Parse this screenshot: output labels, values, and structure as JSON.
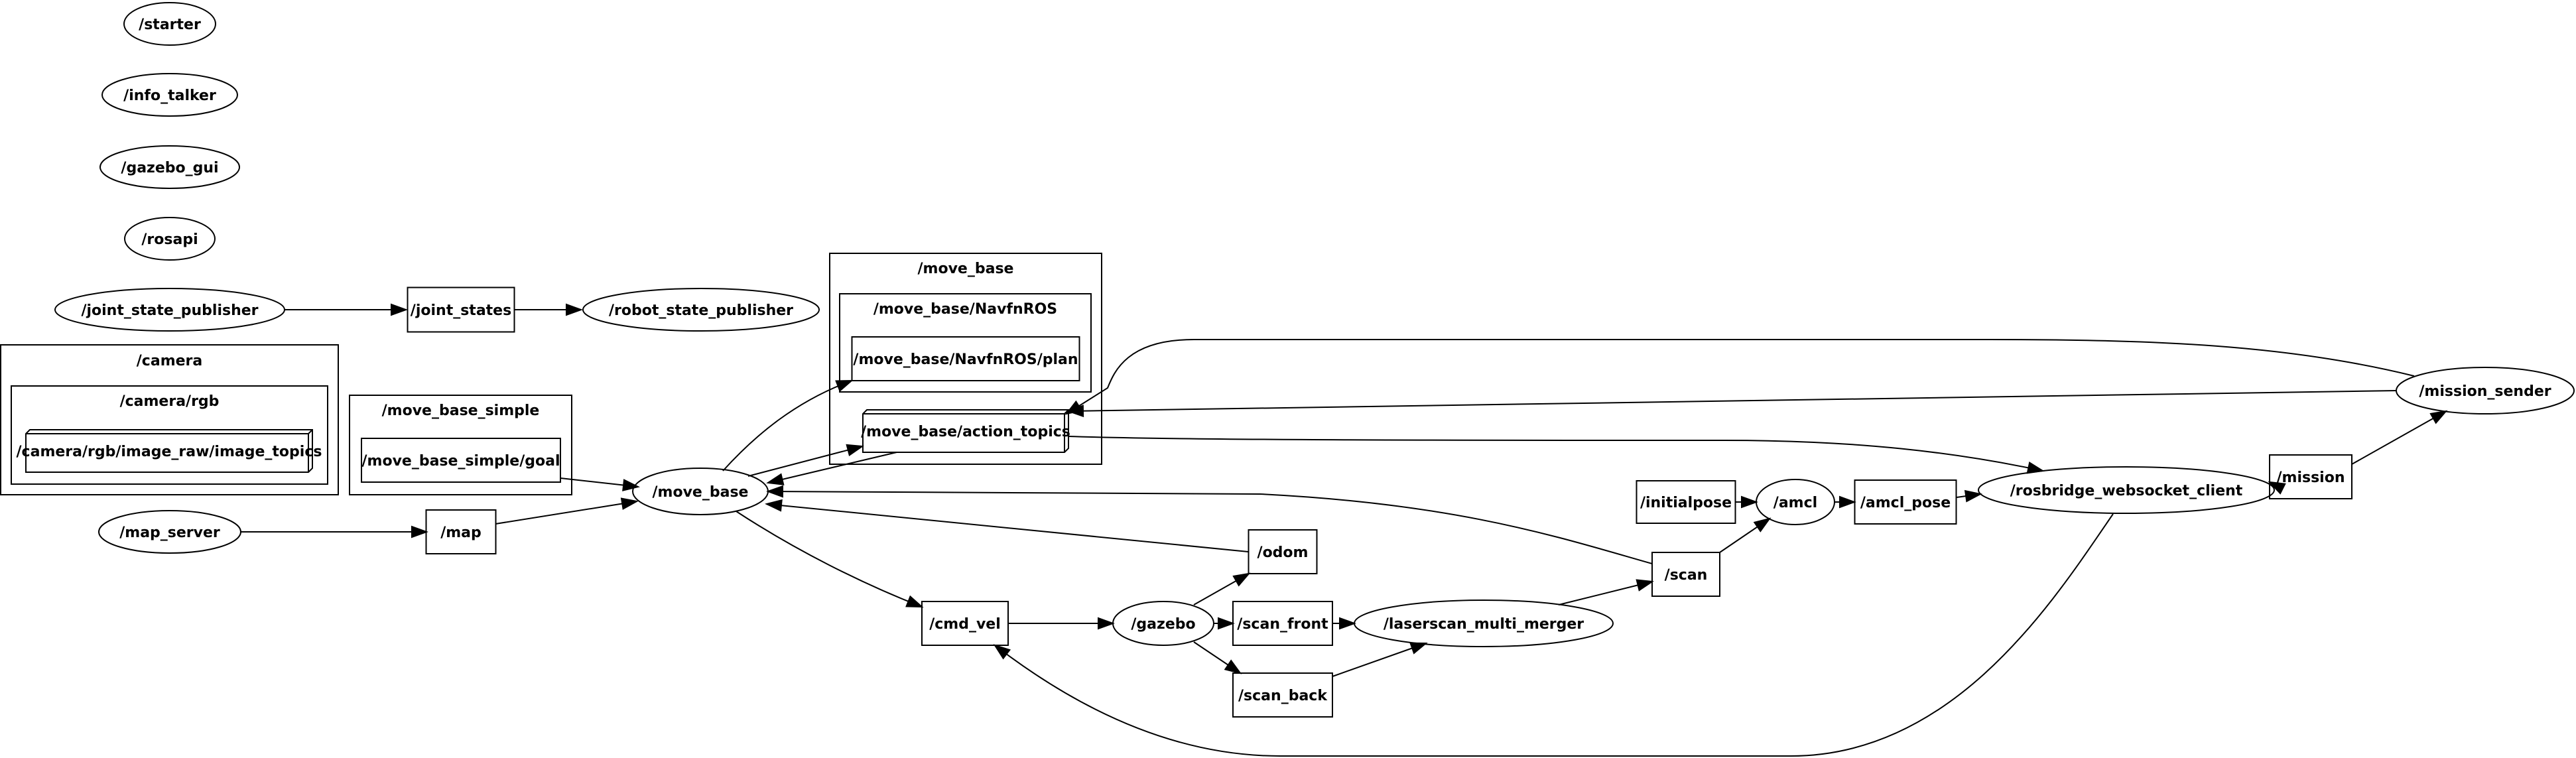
{
  "clusters": [
    {
      "id": "move_base",
      "label": "/move_base"
    },
    {
      "id": "move_base_navfn",
      "label": "/move_base/NavfnROS"
    },
    {
      "id": "camera",
      "label": "/camera"
    },
    {
      "id": "camera_rgb",
      "label": "/camera/rgb"
    },
    {
      "id": "move_base_simple",
      "label": "/move_base_simple"
    }
  ],
  "nodes": [
    {
      "id": "starter",
      "label": "/starter",
      "shape": "ellipse"
    },
    {
      "id": "info_talker",
      "label": "/info_talker",
      "shape": "ellipse"
    },
    {
      "id": "gazebo_gui",
      "label": "/gazebo_gui",
      "shape": "ellipse"
    },
    {
      "id": "rosapi",
      "label": "/rosapi",
      "shape": "ellipse"
    },
    {
      "id": "joint_state_publisher",
      "label": "/joint_state_publisher",
      "shape": "ellipse"
    },
    {
      "id": "joint_states",
      "label": "/joint_states",
      "shape": "box"
    },
    {
      "id": "robot_state_publisher",
      "label": "/robot_state_publisher",
      "shape": "ellipse"
    },
    {
      "id": "navfn_plan",
      "label": "/move_base/NavfnROS/plan",
      "shape": "box"
    },
    {
      "id": "action_topics",
      "label": "/move_base/action_topics",
      "shape": "box3d"
    },
    {
      "id": "image_topics",
      "label": "/camera/rgb/image_raw/image_topics",
      "shape": "box3d"
    },
    {
      "id": "simple_goal",
      "label": "/move_base_simple/goal",
      "shape": "box"
    },
    {
      "id": "move_base_node",
      "label": "/move_base",
      "shape": "ellipse"
    },
    {
      "id": "map_server",
      "label": "/map_server",
      "shape": "ellipse"
    },
    {
      "id": "map",
      "label": "/map",
      "shape": "box"
    },
    {
      "id": "mission_sender",
      "label": "/mission_sender",
      "shape": "ellipse"
    },
    {
      "id": "initialpose",
      "label": "/initialpose",
      "shape": "box"
    },
    {
      "id": "amcl",
      "label": "/amcl",
      "shape": "ellipse"
    },
    {
      "id": "amcl_pose",
      "label": "/amcl_pose",
      "shape": "box"
    },
    {
      "id": "rosbridge",
      "label": "/rosbridge_websocket_client",
      "shape": "ellipse"
    },
    {
      "id": "mission",
      "label": "/mission",
      "shape": "box"
    },
    {
      "id": "odom",
      "label": "/odom",
      "shape": "box"
    },
    {
      "id": "scan",
      "label": "/scan",
      "shape": "box"
    },
    {
      "id": "cmd_vel",
      "label": "/cmd_vel",
      "shape": "box"
    },
    {
      "id": "gazebo",
      "label": "/gazebo",
      "shape": "ellipse"
    },
    {
      "id": "scan_front",
      "label": "/scan_front",
      "shape": "box"
    },
    {
      "id": "laserscan_merger",
      "label": "/laserscan_multi_merger",
      "shape": "ellipse"
    },
    {
      "id": "scan_back",
      "label": "/scan_back",
      "shape": "box"
    }
  ],
  "edges": [
    {
      "from": "joint_state_publisher",
      "to": "joint_states"
    },
    {
      "from": "joint_states",
      "to": "robot_state_publisher"
    },
    {
      "from": "move_base_node",
      "to": "navfn_plan"
    },
    {
      "from": "move_base_node",
      "to": "action_topics"
    },
    {
      "from": "action_topics",
      "to": "move_base_node"
    },
    {
      "from": "simple_goal",
      "to": "move_base_node"
    },
    {
      "from": "map_server",
      "to": "map"
    },
    {
      "from": "map",
      "to": "move_base_node"
    },
    {
      "from": "mission_sender",
      "to": "action_topics"
    },
    {
      "from": "rosbridge",
      "to": "action_topics"
    },
    {
      "from": "action_topics",
      "to": "rosbridge"
    },
    {
      "from": "odom",
      "to": "move_base_node"
    },
    {
      "from": "scan",
      "to": "move_base_node"
    },
    {
      "from": "move_base_node",
      "to": "cmd_vel"
    },
    {
      "from": "cmd_vel",
      "to": "gazebo"
    },
    {
      "from": "gazebo",
      "to": "odom"
    },
    {
      "from": "gazebo",
      "to": "scan_front"
    },
    {
      "from": "gazebo",
      "to": "scan_back"
    },
    {
      "from": "scan_front",
      "to": "laserscan_merger"
    },
    {
      "from": "scan_back",
      "to": "laserscan_merger"
    },
    {
      "from": "laserscan_merger",
      "to": "scan"
    },
    {
      "from": "scan",
      "to": "amcl"
    },
    {
      "from": "initialpose",
      "to": "amcl"
    },
    {
      "from": "amcl",
      "to": "amcl_pose"
    },
    {
      "from": "amcl_pose",
      "to": "rosbridge"
    },
    {
      "from": "rosbridge",
      "to": "mission"
    },
    {
      "from": "mission",
      "to": "mission_sender"
    },
    {
      "from": "rosbridge",
      "to": "cmd_vel"
    }
  ]
}
